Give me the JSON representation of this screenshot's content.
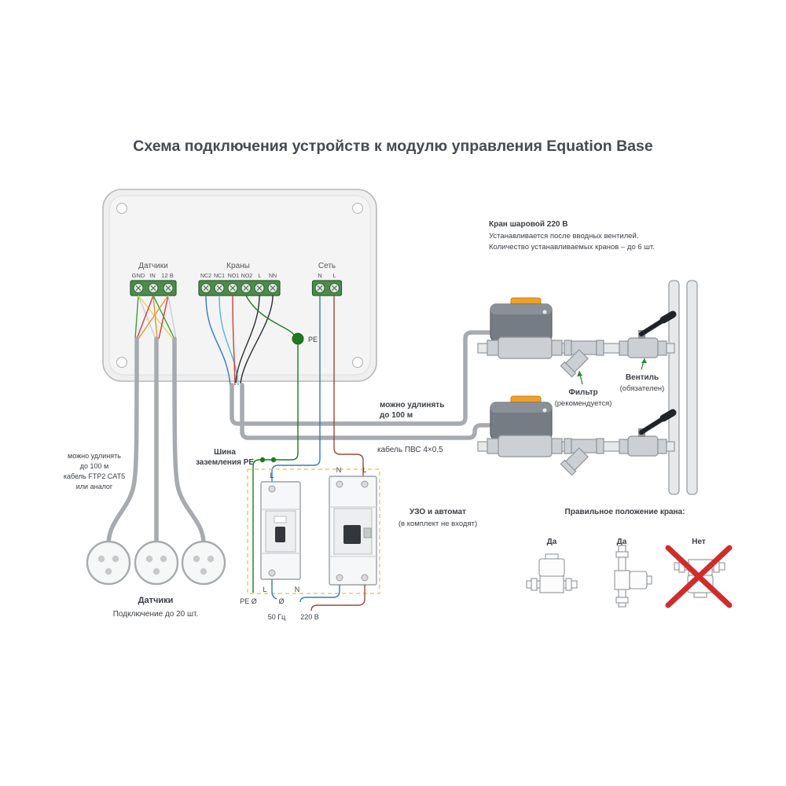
{
  "title": "Схема подключения устройств к модулю управления Equation Base",
  "module": {
    "sensors_label": "Датчики",
    "sensors_terminals": [
      "GND",
      "IN",
      "12 В"
    ],
    "valves_label": "Краны",
    "valves_terminals": [
      "NC2",
      "NC1",
      "NO1",
      "NO2",
      "L",
      "NN"
    ],
    "mains_label": "Сеть",
    "mains_terminals": [
      "N",
      "L"
    ],
    "pe_label": "PE"
  },
  "ball_valve_note": {
    "title": "Кран шаровой 220 В",
    "line1": "Устанавливается после вводных вентилей.",
    "line2": "Количество устанавливаемых кранов – до 6 шт."
  },
  "valve_cable_note": {
    "line1": "можно удлинять",
    "line2": "до 100 м",
    "cable": "кабель ПВС 4×0,5"
  },
  "sensor_cable_note": {
    "line1": "можно удлинять",
    "line2": "до 100 м",
    "line3": "кабель FTP2 CAT5",
    "line4": "или аналог"
  },
  "sensors_caption": {
    "title": "Датчики",
    "sub": "Подключение до 20 шт."
  },
  "pe_bus": {
    "line1": "Шина",
    "line2": "заземления PE"
  },
  "rcd_note": {
    "title": "УЗО и автомат",
    "sub": "(в комплект не входят)"
  },
  "filter_label": {
    "title": "Фильтр",
    "sub": "(рекомендуется)"
  },
  "manual_valve_label": {
    "title": "Вентиль",
    "sub": "(обязателен)"
  },
  "breaker_labels": {
    "top_l": "L",
    "top_n": "N",
    "top_l2": "L",
    "bottom_l": "L",
    "bottom_n": "N",
    "pe_terminal": "PE Ø",
    "n_terminal": "Ø",
    "freq": "50 Гц",
    "voltage": "220 В"
  },
  "positions": {
    "title": "Правильное положение крана:",
    "ok1": "Да",
    "ok2": "Да",
    "no": "Нет"
  },
  "colors": {
    "accent_green": "#1e7a1e",
    "terminal_green": "#4d8b4d",
    "wire_red": "#d23b3b",
    "wire_orange": "#e8923a",
    "wire_blue": "#2e7bbf",
    "wire_cyan": "#53b7d8",
    "wire_brown": "#9b4a3c",
    "cable_gray": "#a7abaf",
    "handle_orange": "#f0a028",
    "cross_red": "#d02c2c"
  }
}
